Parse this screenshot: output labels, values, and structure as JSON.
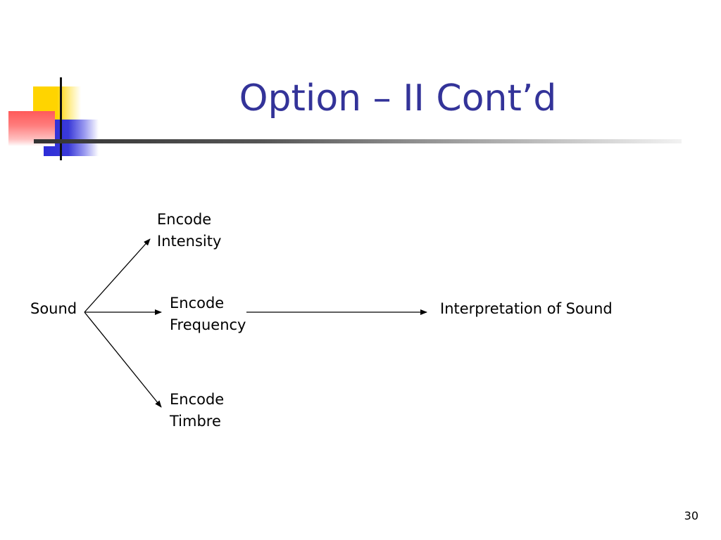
{
  "slide": {
    "title": "Option – II Cont’d",
    "page_number": "30"
  },
  "diagram": {
    "nodes": {
      "sound": {
        "lines": [
          "Sound"
        ]
      },
      "encode_intensity": {
        "lines": [
          "Encode",
          "Intensity"
        ]
      },
      "encode_frequency": {
        "lines": [
          "Encode",
          "Frequency"
        ]
      },
      "encode_timbre": {
        "lines": [
          "Encode",
          "Timbre"
        ]
      },
      "interpretation": {
        "lines": [
          "Interpretation of Sound"
        ]
      }
    },
    "edges": [
      {
        "from": "sound",
        "to": "encode_intensity"
      },
      {
        "from": "sound",
        "to": "encode_frequency"
      },
      {
        "from": "sound",
        "to": "encode_timbre"
      },
      {
        "from": "encode_frequency",
        "to": "interpretation"
      }
    ]
  },
  "colors": {
    "title": "#333399",
    "accent_yellow": "#ffd400",
    "accent_blue": "#2c2cd8",
    "accent_red": "#ff5a5a"
  }
}
